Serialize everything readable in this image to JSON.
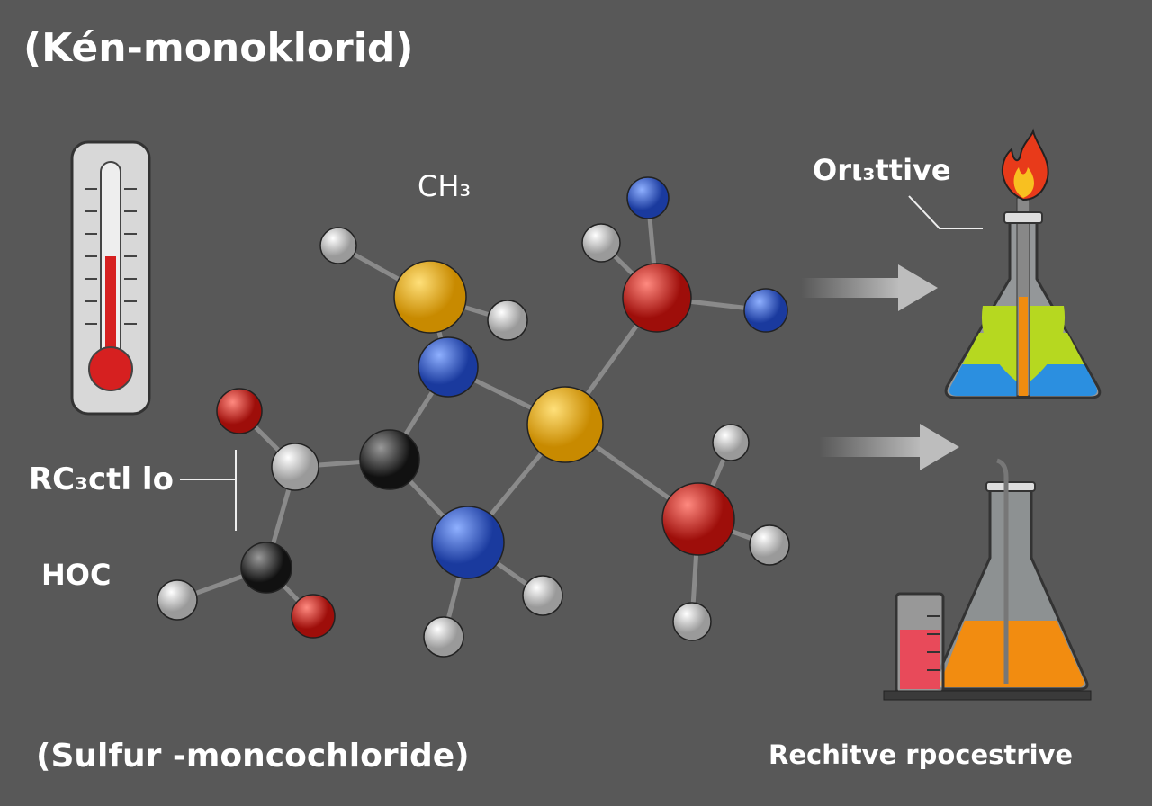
{
  "title": "(Kén-monoklorid)",
  "subtitle": "(Sulfur -moncochloride)",
  "labels": {
    "ch3": "CH₃",
    "oxidative": "Orι₃ttive",
    "rc": "RC₃ctl lo",
    "hoc": "HOC",
    "process": "Rechitve rpocestrive"
  },
  "colors": {
    "background": "#585858",
    "hydrogen": "#e6e6e6",
    "sulfur": "#e8a818",
    "nitrogen": "#2f55c8",
    "oxygen": "#d8201c",
    "carbon": "#2a2a2a",
    "thermometer_fill": "#d62020",
    "flask_liquid_top": "#b6d820",
    "flask_liquid_bottom": "#2b8fe0",
    "flask2_liquid": "#f28c10"
  },
  "thermometer_level": 0.55
}
